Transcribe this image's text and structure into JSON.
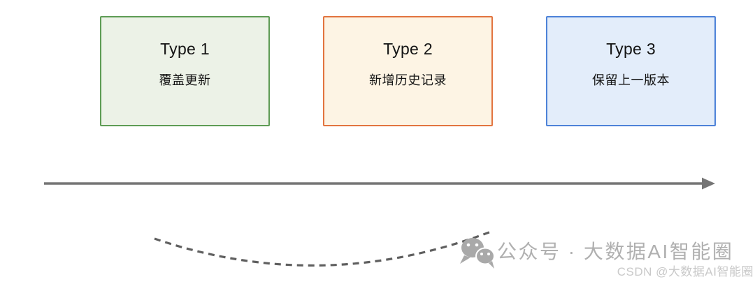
{
  "diagram": {
    "boxes": [
      {
        "title": "Type 1",
        "subtitle": "覆盖更新",
        "border_color": "#5e9c55",
        "fill_color": "#ecf2e7",
        "text_color": "#141414"
      },
      {
        "title": "Type 2",
        "subtitle": "新增历史记录",
        "border_color": "#e2743f",
        "fill_color": "#fdf4e4",
        "text_color": "#141414"
      },
      {
        "title": "Type 3",
        "subtitle": "保留上一版本",
        "border_color": "#4d82d8",
        "fill_color": "#e3edfa",
        "text_color": "#141414"
      }
    ],
    "arrow": {
      "color": "#757575",
      "direction": "right"
    },
    "dashed_curve": {
      "color": "#5f5f5f"
    }
  },
  "watermark": {
    "icon": "wechat-icon",
    "icon_color": "#a9a9a9",
    "label": "公众号 · 大数据AI智能圈",
    "label_color": "#b0b0b0",
    "csdn_label": "CSDN @大数据AI智能圈",
    "csdn_color": "#c9c9c9"
  }
}
